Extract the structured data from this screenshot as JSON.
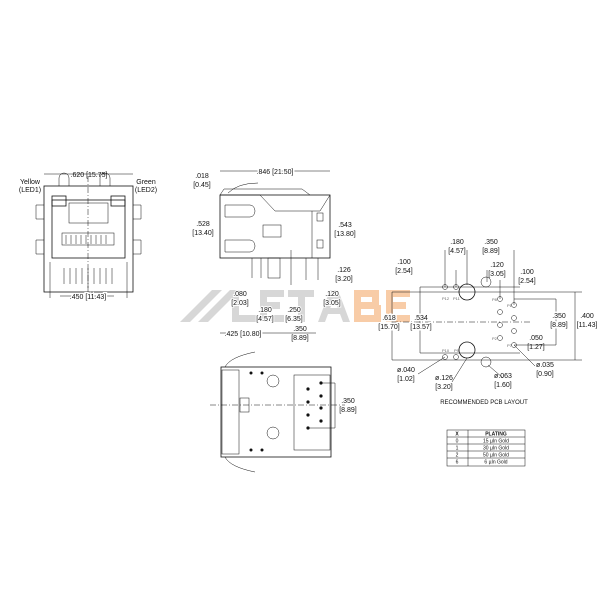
{
  "watermark": {
    "text": "LETABE",
    "colors": {
      "gray": "#b8b8b8",
      "orange": "#f4a460"
    }
  },
  "front_view": {
    "width_dim": ".620 [15.75]",
    "yellow_label": "Yellow",
    "yellow_led": "(LED1)",
    "green_label": "Green",
    "green_led": "(LED2)",
    "pin_span_dim": ".450 [11.43]"
  },
  "side_view": {
    "length": ".846 [21.50]",
    "d018": [
      ".018",
      "[0.45]"
    ],
    "d528": [
      ".528",
      "[13.40]"
    ],
    "d543": [
      ".543",
      "[13.80]"
    ],
    "d126": [
      ".126",
      "[3.20]"
    ],
    "d080": [
      ".080",
      "[2.03]"
    ],
    "d120": [
      ".120",
      "[3.05]"
    ],
    "d180": [
      ".180",
      "[4.57]"
    ],
    "d250": [
      ".250",
      "[6.35]"
    ],
    "d425": ".425 [10.80]",
    "d350": [
      ".350",
      "[8.89]"
    ]
  },
  "bottom_view": {
    "d350": [
      ".350",
      "[8.89]"
    ]
  },
  "pcb_layout": {
    "title": "RECOMMENDED PCB LAYOUT",
    "d180": [
      ".180",
      "[4.57]"
    ],
    "d350_top": [
      ".350",
      "[8.89]"
    ],
    "d100_left": [
      ".100",
      "[2.54]"
    ],
    "d120": [
      ".120",
      "[3.05]"
    ],
    "d100_right": [
      ".100",
      "[2.54]"
    ],
    "d618": [
      ".618",
      "[15.70]"
    ],
    "d534": [
      ".534",
      "[13.57]"
    ],
    "d050": [
      ".050",
      "[1.27]"
    ],
    "d350_right": [
      ".350",
      "[8.89]"
    ],
    "d400": [
      ".400",
      "[11.43]"
    ],
    "d040": [
      "ø.040",
      "[1.02]"
    ],
    "d126": [
      "ø.126",
      "[3.20]"
    ],
    "d063": [
      "ø.063",
      "[1.60]"
    ],
    "d035": [
      "ø.035",
      "[0.90]"
    ],
    "pins": {
      "p12": "P12",
      "p11": "P11",
      "p10": "P10",
      "p9": "P9",
      "p8": "P8",
      "p1": "P1",
      "p2": "P2",
      "p7": "P7"
    }
  },
  "plating_table": {
    "headers": [
      "X",
      "PLATING"
    ],
    "rows": [
      [
        "0",
        "15 µIn Gold"
      ],
      [
        "1",
        "30 µIn Gold"
      ],
      [
        "2",
        "50 µIn Gold"
      ],
      [
        "6",
        "6 µIn Gold"
      ]
    ]
  }
}
